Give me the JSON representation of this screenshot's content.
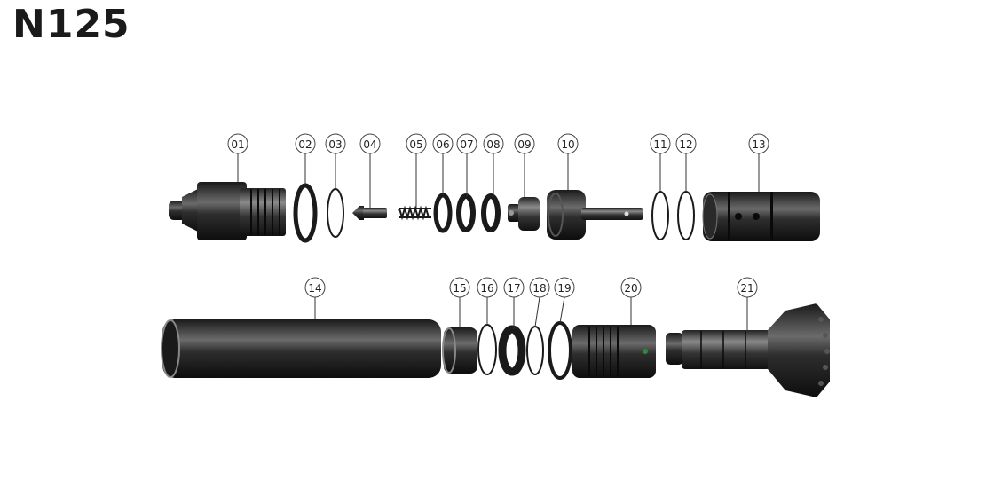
{
  "title": "N125",
  "parts": [
    {
      "number": "01"
    },
    {
      "number": "02"
    },
    {
      "number": "03"
    },
    {
      "number": "04"
    },
    {
      "number": "05"
    },
    {
      "number": "06"
    },
    {
      "number": "07"
    },
    {
      "number": "08"
    },
    {
      "number": "09"
    },
    {
      "number": "10"
    },
    {
      "number": "11"
    },
    {
      "number": "12"
    },
    {
      "number": "13"
    },
    {
      "number": "14"
    },
    {
      "number": "15"
    },
    {
      "number": "16"
    },
    {
      "number": "17"
    },
    {
      "number": "18"
    },
    {
      "number": "19"
    },
    {
      "number": "20"
    },
    {
      "number": "21"
    }
  ]
}
